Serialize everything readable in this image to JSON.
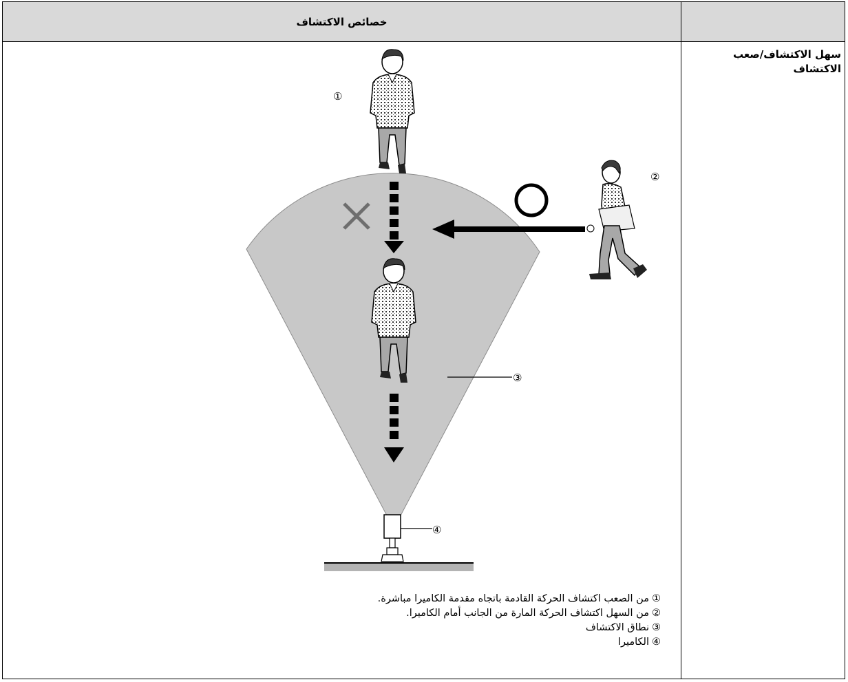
{
  "table": {
    "header_title": "خصائص الاكتشاف",
    "row_label": "سهل الاكتشاف/صعب الاكتشاف"
  },
  "figure": {
    "marker_1": "①",
    "marker_2": "②",
    "marker_3": "③",
    "marker_4": "④",
    "symbol_bad": "×",
    "symbol_good": "○",
    "colors": {
      "detection_area": "#c8c8c8",
      "ground": "#b4b4b4"
    }
  },
  "legend": [
    {
      "num": "①",
      "text": "من الصعب اكتشاف الحركة القادمة باتجاه مقدمة الكاميرا مباشرة."
    },
    {
      "num": "②",
      "text": "من السهل اكتشاف الحركة المارة من الجانب أمام الكاميرا."
    },
    {
      "num": "③",
      "text": "نطاق الاكتشاف"
    },
    {
      "num": "④",
      "text": "الكاميرا"
    }
  ]
}
